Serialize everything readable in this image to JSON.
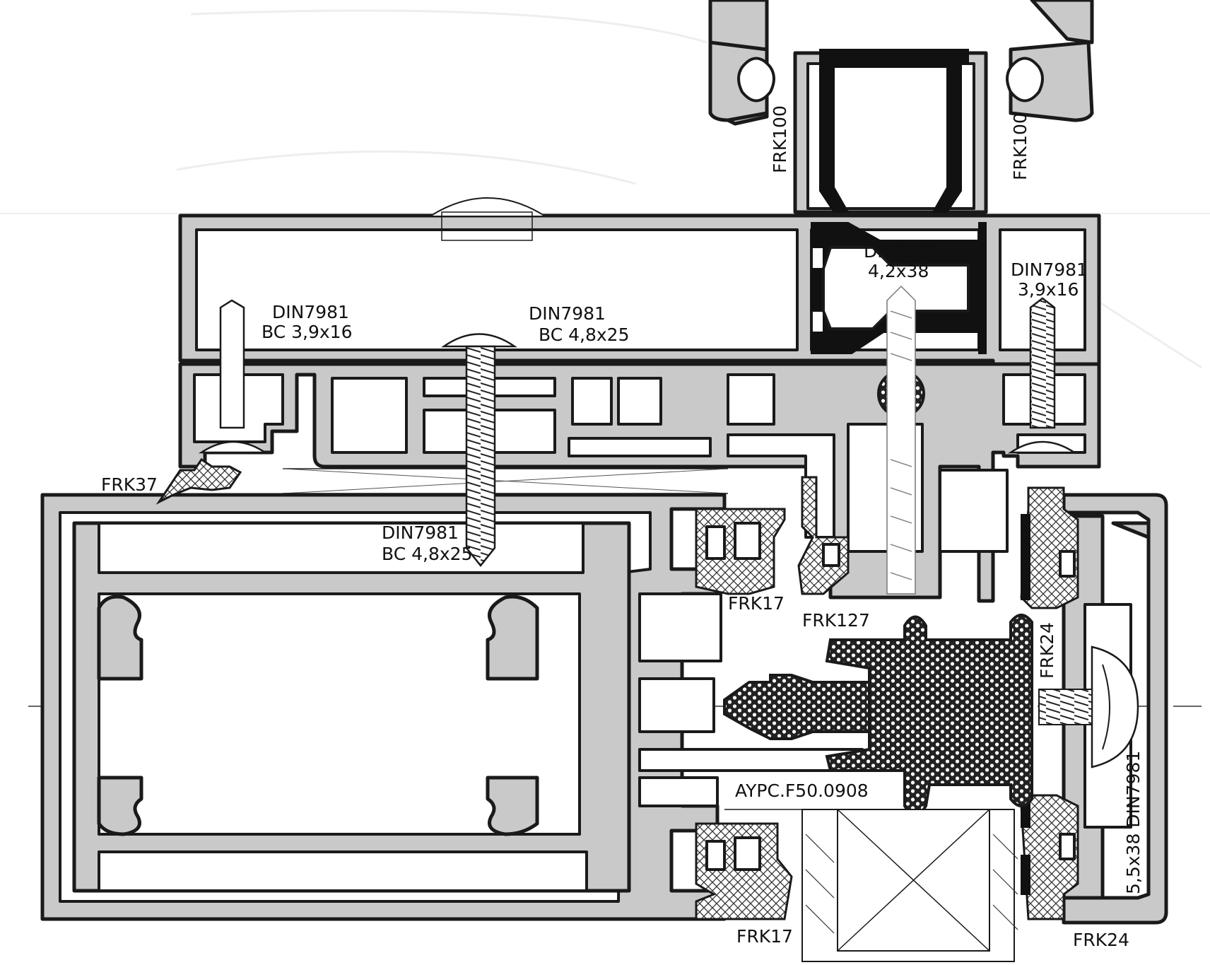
{
  "labels": {
    "frk100_left": "FRK100",
    "frk100_right": "FRK100",
    "din7982_line1": "DIN7982",
    "din7982_line2": "4,2x38",
    "din7981_right_line1": "DIN7981",
    "din7981_right_line2": "3,9x16",
    "din7981_left_line1": "DIN7981",
    "din7981_left_line2": "BC 3,9x16",
    "din7981_mid_line1": "DIN7981",
    "din7981_mid_line2": "BC 4,8x25",
    "frk37": "FRK37",
    "din7981_low_line1": "DIN7981",
    "din7981_low_line2": "BC 4,8x25",
    "frk17_top": "FRK17",
    "frk127": "FRK127",
    "frk24_vertical": "FRK24",
    "aypc": "AYPC.F50.0908",
    "din7981_vertical": "5,5x38 DIN7981",
    "frk17_bottom": "FRK17",
    "frk24_bottom": "FRK24"
  },
  "colors": {
    "profile_fill": "#c9c9c9",
    "outline": "#1a1a1a",
    "black_fill": "#111111",
    "background": "#ffffff"
  }
}
